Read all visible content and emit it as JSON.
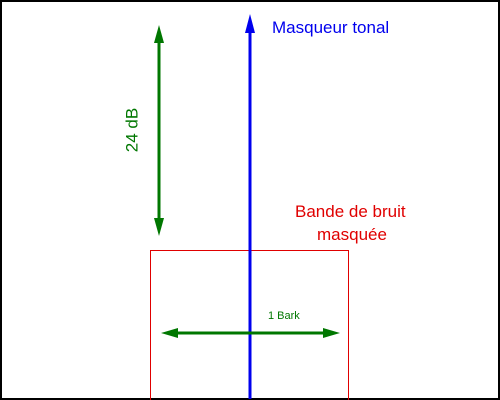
{
  "labels": {
    "masker": "Masqueur tonal",
    "noise_band_line1": "Bande de bruit",
    "noise_band_line2": "masquée",
    "level_difference": "24 dB",
    "bandwidth": "1 Bark"
  },
  "colors": {
    "masker": "#0000ee",
    "noise_band": "#e00000",
    "annotation": "#007700",
    "frame": "#000000",
    "background": "#ffffff"
  }
}
